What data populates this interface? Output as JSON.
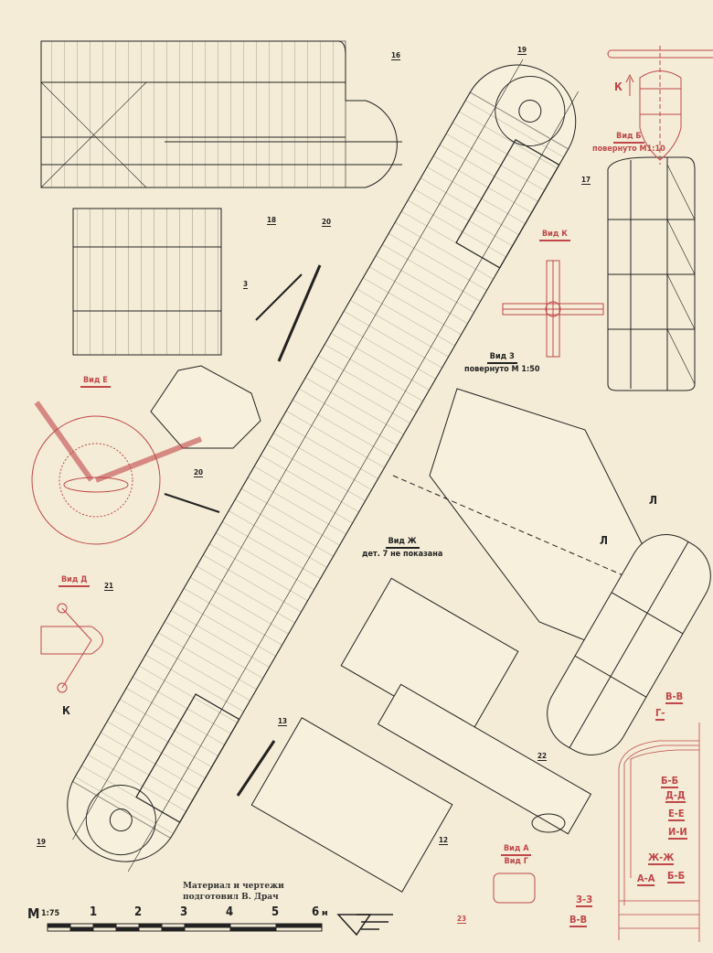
{
  "callouts": {
    "n16": "16",
    "n18": "18",
    "n3": "3",
    "n20a": "20",
    "n19a": "19",
    "n17": "17",
    "n20b": "20",
    "n21": "21",
    "n13": "13",
    "n22": "22",
    "n12": "12",
    "n19b": "19",
    "n23": "23"
  },
  "views": {
    "b": {
      "title": "Вид Б",
      "sub": "повернуто",
      "scale": "М1:10"
    },
    "k": {
      "title": "Вид К"
    },
    "z": {
      "title": "Вид З",
      "sub": "повернуто",
      "scale": "М 1:50"
    },
    "e": {
      "title": "Вид Е"
    },
    "zh": {
      "title": "Вид Ж",
      "sub": "дет. 7 не показана"
    },
    "d": {
      "title": "Вид Д"
    },
    "ag": {
      "title": "Вид А",
      "sub": "Вид Г"
    }
  },
  "markers": {
    "k_arrow": "К",
    "k_left": "К",
    "l1": "Л",
    "l2": "Л"
  },
  "sections": [
    "В-В",
    "Г-",
    "Б-Б",
    "Д-Д",
    "Е-Е",
    "И-И",
    "Ж-Ж",
    "А-А",
    "Б-Б",
    "З-З",
    "В-В"
  ],
  "credit": {
    "line1": "Материал и чертежи",
    "line2": "подготовил В. Драч"
  },
  "scale_bar": {
    "label": "М",
    "ratio": "1:75",
    "ticks": [
      "1",
      "2",
      "3",
      "4",
      "5",
      "6"
    ],
    "unit": "м"
  },
  "colors": {
    "ink": "#222222",
    "red": "#c0474a",
    "paper": "#f4ecd6"
  }
}
